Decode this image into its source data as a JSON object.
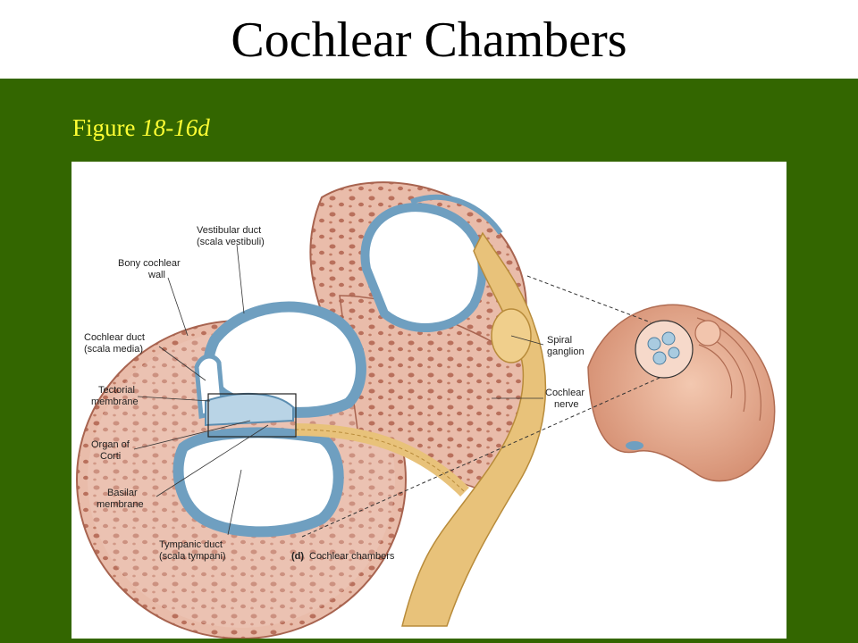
{
  "slide": {
    "title": "Cochlear Chambers",
    "figure_prefix": "Figure",
    "figure_number": "18-16d"
  },
  "diagram": {
    "labels": {
      "vestibular_duct_1": "Vestibular duct",
      "vestibular_duct_2": "(scala vestibuli)",
      "bony_wall_1": "Bony cochlear",
      "bony_wall_2": "wall",
      "cochlear_duct_1": "Cochlear duct",
      "cochlear_duct_2": "(scala media)",
      "tectorial_1": "Tectorial",
      "tectorial_2": "membrane",
      "organ_1": "Organ of",
      "organ_2": "Corti",
      "basilar_1": "Basilar",
      "basilar_2": "membrane",
      "tympanic_1": "Tympanic duct",
      "tympanic_2": "(scala tympani)",
      "spiral_1": "Spiral",
      "spiral_2": "ganglion",
      "nerve_1": "Cochlear",
      "nerve_2": "nerve"
    },
    "caption_letter": "(d)",
    "caption_text": "Cochlear chambers"
  },
  "colors": {
    "background_green": "#336600",
    "figure_label": "#ffff33",
    "bone": "#e7b9a6",
    "duct_blue": "#a9cbe0",
    "nerve_yellow": "#e8c27a"
  }
}
